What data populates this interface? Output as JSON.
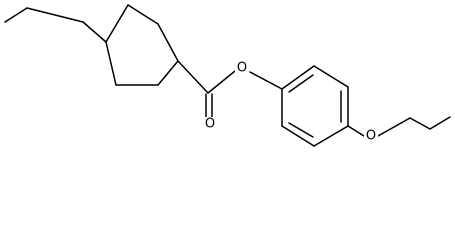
{
  "molecule": {
    "atoms": [
      {
        "id": "O1",
        "symbol": "O"
      },
      {
        "id": "O2",
        "symbol": "O"
      },
      {
        "id": "O3",
        "symbol": "O"
      }
    ],
    "bond_color": "#000000"
  }
}
